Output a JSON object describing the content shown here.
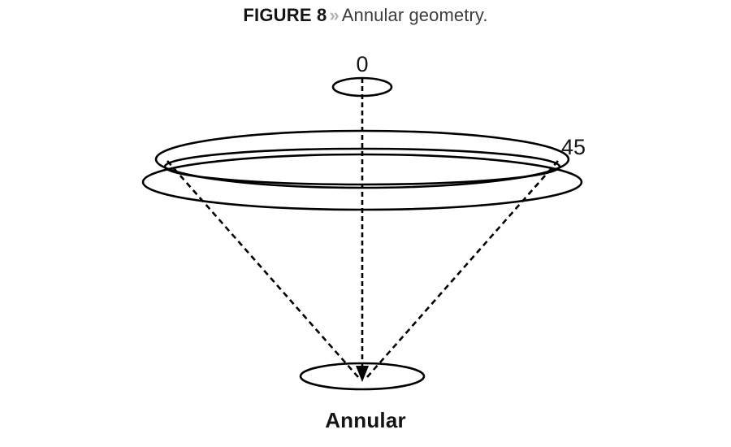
{
  "caption": {
    "figure_label": "FIGURE 8",
    "separator": "»",
    "description": "Annular geometry."
  },
  "diagram": {
    "title": "Annular",
    "labels": {
      "apex_angle": "0",
      "outer_angle": "45"
    },
    "colors": {
      "stroke": "#000000",
      "background": "#ffffff",
      "caption_label": "#141414",
      "caption_separator": "#b4b4b4",
      "caption_text": "#3c3c3c"
    }
  }
}
